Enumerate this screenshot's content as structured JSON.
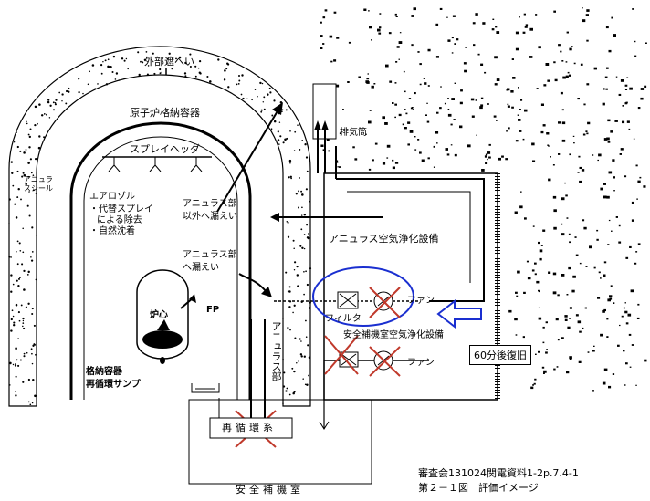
{
  "labels": {
    "containment_shield": "外部遮へい",
    "reactor_containment": "原子炉格納容器",
    "spray_header": "スプレイヘッダ",
    "annulus_seal": "アニュラスシール",
    "aerosol_title": "エアロゾル",
    "aerosol_item1": "・代替スプレイ",
    "aerosol_item2": "による除去",
    "aerosol_item3": "・自然沈着",
    "leak_outside_l1": "アニュラス部",
    "leak_outside_l2": "以外へ漏えい",
    "leak_annulus_l1": "アニュラス部",
    "leak_annulus_l2": "へ漏えい",
    "core": "炉心",
    "fp": "FP",
    "sump_l1": "格納容器",
    "sump_l2": "再循環サンプ",
    "annulus_part": "アニュラス部",
    "exhaust_stack": "排気筒",
    "annulus_air_clean": "アニュラス空気浄化設備",
    "filter": "フィルタ",
    "fan1": "ファン",
    "fan2": "ファン",
    "aux_air_clean": "安全補機室空気浄化設備",
    "recovery": "60分後復旧",
    "recirculation": "再循環系",
    "aux_room": "安全補機室"
  },
  "caption": {
    "reference": "審査会131024関電資料1-2p.7.4-1",
    "figure": "第２－１図　評価イメージ"
  },
  "colors": {
    "line": "#000000",
    "blue_ellipse": "#1a2fd0",
    "cross_red": "#c0392b",
    "arrow_outline": "#1a2fd0"
  }
}
